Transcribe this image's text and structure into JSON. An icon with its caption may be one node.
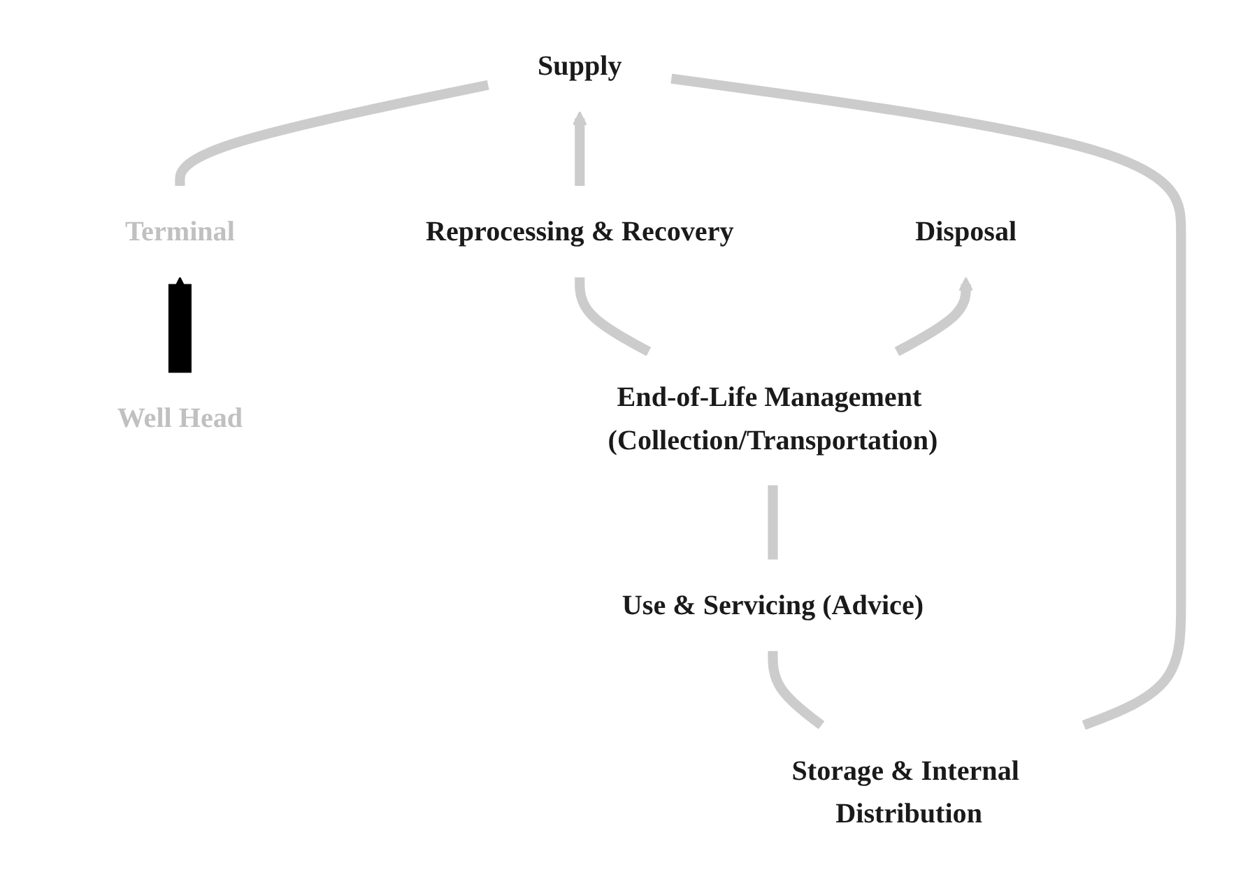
{
  "diagram": {
    "nodes": [
      {
        "text": [
          "Storage & Internal Distribution"
        ]
      },
      {
        "text": [
          "Use & Servicing (Advice)"
        ]
      },
      {
        "text": [
          "Supply"
        ]
      },
      {
        "text": [
          "End-of-Life Management (Collection/Transportation)"
        ]
      },
      {
        "text": [
          "Reprocessing & Recovery"
        ]
      },
      {
        "text": [
          "Terminal"
        ]
      },
      {
        "text": [
          "Disposal"
        ]
      },
      {
        "text": [
          "Well Head"
        ]
      }
    ],
    "edges": [
      {
        "from": 5,
        "to": 2,
        "arrow": "none"
      },
      {
        "from": 2,
        "to": 0,
        "arrow": "none"
      },
      {
        "from": 0,
        "to": 1,
        "arrow": "none"
      },
      {
        "from": 1,
        "to": 3,
        "arrow": "none"
      },
      {
        "from": 3,
        "to": 4,
        "arrow": "none"
      },
      {
        "from": 4,
        "to": 2,
        "arrow": "to"
      },
      {
        "from": 3,
        "to": 6,
        "arrow": "to"
      },
      {
        "from": 7,
        "to": 5,
        "arrow": "to",
        "style": "thick",
        "color": "#000000"
      }
    ]
  }
}
